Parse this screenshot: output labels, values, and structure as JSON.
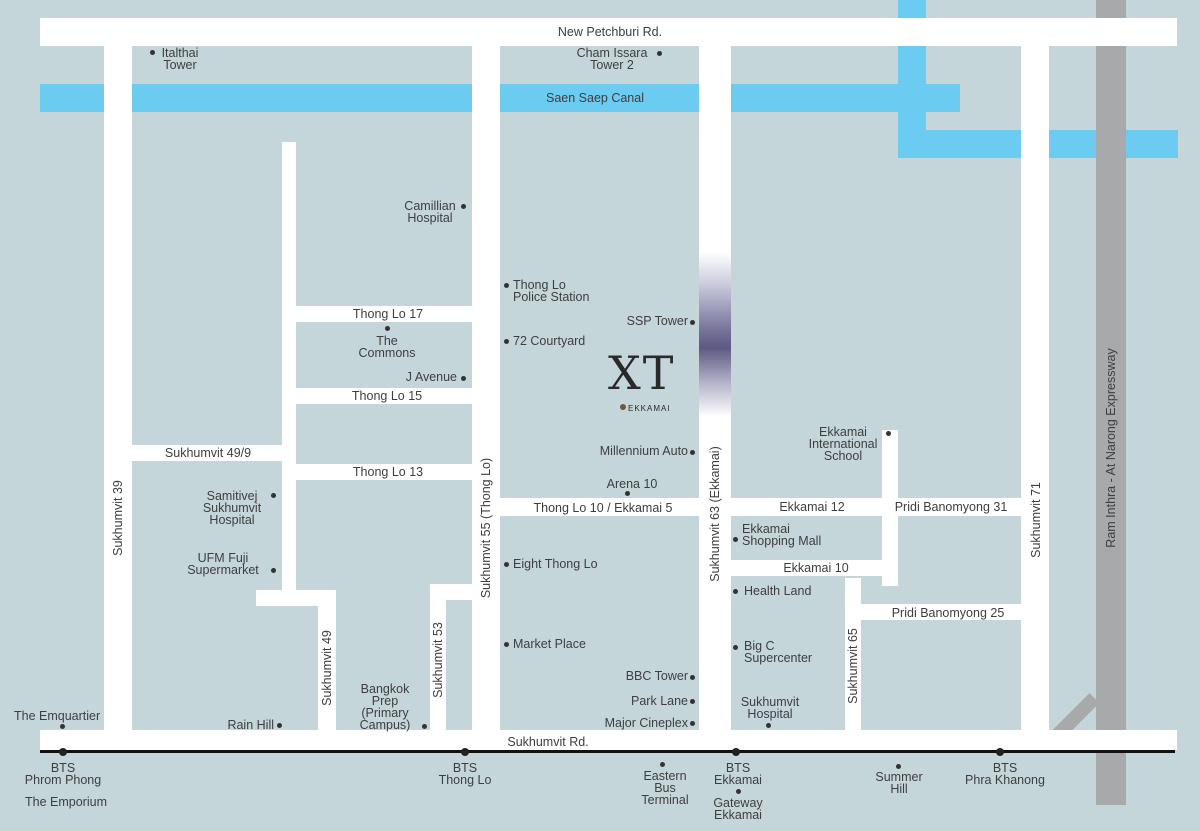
{
  "colors": {
    "background": "#c5d6da",
    "road": "#ffffff",
    "canal": "#6ccbf0",
    "expressway": "#a7a9ab",
    "rail": "#111111",
    "brand": "#5d5982"
  },
  "roads": {
    "new_petchburi": "New Petchburi Rd.",
    "saen_saep": "Saen Saep Canal",
    "sukhumvit_rd": "Sukhumvit Rd.",
    "sukhumvit_39": "Sukhumvit 39",
    "sukhumvit_49": "Sukhumvit 49",
    "sukhumvit_49_9": "Sukhumvit 49/9",
    "sukhumvit_53": "Sukhumvit 53",
    "sukhumvit_55": "Sukhumvit 55 (Thong Lo)",
    "sukhumvit_63": "Sukhumvit 63 (Ekkamai)",
    "sukhumvit_65": "Sukhumvit 65",
    "sukhumvit_71": "Sukhumvit 71",
    "thong_lo_17": "Thong Lo 17",
    "thong_lo_15": "Thong Lo 15",
    "thong_lo_13": "Thong Lo 13",
    "thong_lo_10": "Thong Lo 10 / Ekkamai 5",
    "ekkamai_12": "Ekkamai 12",
    "ekkamai_10": "Ekkamai 10",
    "pridi_31": "Pridi Banomyong 31",
    "pridi_25": "Pridi Banomyong 25",
    "expressway": "Ram Inthra - At Narong Expressway"
  },
  "places": {
    "italthai": [
      "Italthai",
      "Tower"
    ],
    "cham_issara": [
      "Cham Issara",
      "Tower 2"
    ],
    "camillian": [
      "Camillian",
      "Hospital"
    ],
    "police": [
      "Thong Lo",
      "Police Station"
    ],
    "commons": [
      "The",
      "Commons"
    ],
    "j_avenue": "J Avenue",
    "ssp_tower": "SSP Tower",
    "courtyard": "72 Courtyard",
    "millennium": "Millennium Auto",
    "arena": "Arena 10",
    "samitivej": [
      "Samitivej",
      "Sukhumvit",
      "Hospital"
    ],
    "ufm": [
      "UFM Fuji",
      "Supermarket"
    ],
    "eight": "Eight Thong Lo",
    "ekkamai_school": [
      "Ekkamai",
      "International",
      "School"
    ],
    "ekkamai_mall": [
      "Ekkamai",
      "Shopping Mall"
    ],
    "health_land": "Health Land",
    "market_place": "Market Place",
    "big_c": [
      "Big C",
      "Supercenter"
    ],
    "bbc": "BBC Tower",
    "park_lane": "Park Lane",
    "major": "Major Cineplex",
    "sukhumvit_hosp": [
      "Sukhumvit",
      "Hospital"
    ],
    "bangkok_prep": [
      "Bangkok",
      "Prep",
      "(Primary",
      "Campus)"
    ],
    "rain_hill": "Rain Hill",
    "emquartier": "The Emquartier"
  },
  "stations": {
    "phrom_phong": [
      "BTS",
      "Phrom Phong"
    ],
    "emporium": "The Emporium",
    "thong_lo": [
      "BTS",
      "Thong Lo"
    ],
    "eastern_bus": [
      "Eastern",
      "Bus",
      "Terminal"
    ],
    "ekkamai": [
      "BTS",
      "Ekkamai"
    ],
    "gateway": [
      "Gateway",
      "Ekkamai"
    ],
    "summer_hill": [
      "Summer",
      "Hill"
    ],
    "phra_khanong": [
      "BTS",
      "Phra Khanong"
    ]
  },
  "project": {
    "logo": "XT",
    "sub": "EKKAMAI"
  }
}
